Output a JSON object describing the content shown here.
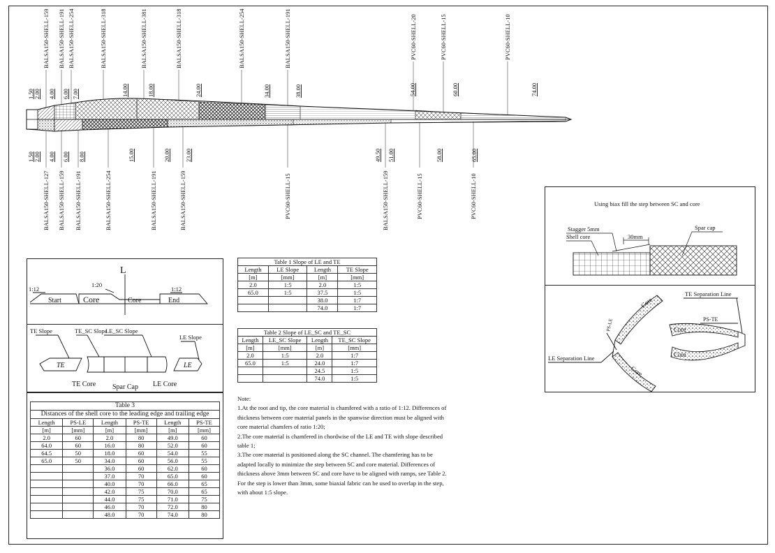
{
  "top_labels": {
    "materials": [
      "BALSA150-SHELL-159",
      "BALSA150-SHELL-191",
      "BALSA150-SHELL-254",
      "BALSA150-SHELL-318",
      "BALSA150-SHELL-381",
      "BALSA150-SHELL-318",
      "BALSA150-SHELL-254",
      "BALSA150-SHELL-191",
      "PVC60-SHELL-20",
      "PVC60-SHELL-15",
      "PVC60-SHELL-10"
    ],
    "dims": [
      "1.50",
      "2.00",
      "4.00",
      "6.00",
      "7.00",
      "14.00",
      "18.00",
      "24.00",
      "34.00",
      "38.00",
      "54.00",
      "60.00",
      "74.00"
    ]
  },
  "bottom_labels": {
    "materials": [
      "BALSA150-SHELL-127",
      "BALSA150-SHELL-159",
      "BALSA150-SHELL-191",
      "BALSA150-SHELL-254",
      "BALSA150-SHELL-191",
      "BALSA150-SHELL-159",
      "PVC60-SHELL-15",
      "BALSA150-SHELL-159",
      "PVC60-SHELL-15",
      "PVC60-SHELL-10"
    ],
    "dims": [
      "1.50",
      "2.00",
      "4.00",
      "6.00",
      "8.00",
      "15.00",
      "20.00",
      "23.00",
      "49.50",
      "51.00",
      "58.00",
      "65.00"
    ]
  },
  "chamfer_panel": {
    "l_label": "L",
    "ratio_left": "1:12",
    "ratio_mid": "1:20",
    "ratio_right": "1:12",
    "start": "Start",
    "core1": "Core",
    "core2": "Core",
    "end": "End"
  },
  "slope_panel": {
    "te_slope": "TE Slope",
    "te_sc_slope": "TE_SC Slope",
    "le_sc_slope": "LE_SC Slope",
    "le_slope": "LE Slope",
    "te": "TE",
    "le": "LE",
    "te_core": "TE Core",
    "spar_cap": "Spar Cap",
    "le_core": "LE Core"
  },
  "table1": {
    "caption": "Table 1  Slope of LE and TE",
    "headers": [
      "Length",
      "LE Slope",
      "Length",
      "TE Slope"
    ],
    "units": [
      "[m]",
      "[mm]",
      "[m]",
      "[mm]"
    ],
    "rows": [
      [
        "2.0",
        "1:5",
        "2.0",
        "1:5"
      ],
      [
        "65.0",
        "1:5",
        "37.5",
        "1:5"
      ],
      [
        "",
        "",
        "38.0",
        "1:7"
      ],
      [
        "",
        "",
        "74.0",
        "1:7"
      ]
    ]
  },
  "table2": {
    "caption": "Table 2  Slope of LE_SC and TE_SC",
    "headers": [
      "Length",
      "LE_SC Slope",
      "Length",
      "TE_SC Slope"
    ],
    "units": [
      "[m]",
      "[mm]",
      "[m]",
      "[mm]"
    ],
    "rows": [
      [
        "2.0",
        "1:5",
        "2.0",
        "1:7"
      ],
      [
        "65.0",
        "1:5",
        "24.0",
        "1:7"
      ],
      [
        "",
        "",
        "24.5",
        "1:5"
      ],
      [
        "",
        "",
        "74.0",
        "1:5"
      ]
    ]
  },
  "table3": {
    "caption_line1": "Table 3",
    "caption_line2": "Distances of the shell core to the leading edge and trailing edge",
    "headers": [
      "Length",
      "PS-LE",
      "Length",
      "PS-TE",
      "Length",
      "PS-TE"
    ],
    "units": [
      "[m]",
      "[mm]",
      "[m]",
      "[mm]",
      "[m]",
      "[mm]"
    ],
    "rows": [
      [
        "2.0",
        "60",
        "2.0",
        "80",
        "49.0",
        "60"
      ],
      [
        "64.0",
        "60",
        "16.0",
        "80",
        "52.0",
        "60"
      ],
      [
        "64.5",
        "50",
        "18.0",
        "60",
        "54.0",
        "55"
      ],
      [
        "65.0",
        "50",
        "34.0",
        "60",
        "56.0",
        "55"
      ],
      [
        "",
        "",
        "36.0",
        "60",
        "62.0",
        "60"
      ],
      [
        "",
        "",
        "37.0",
        "70",
        "65.0",
        "60"
      ],
      [
        "",
        "",
        "40.0",
        "70",
        "66.0",
        "65"
      ],
      [
        "",
        "",
        "42.0",
        "75",
        "70.0",
        "65"
      ],
      [
        "",
        "",
        "44.0",
        "75",
        "71.0",
        "75"
      ],
      [
        "",
        "",
        "46.0",
        "70",
        "72.0",
        "80"
      ],
      [
        "",
        "",
        "48.0",
        "70",
        "74.0",
        "80"
      ]
    ]
  },
  "notes": {
    "title": "Note:",
    "n1": "1.At the root and tip, the core material is chamfered with a ratio of 1:12. Differences of thickness between core material panels in the spanwise direction must be aligned with core material chamfers of ratio 1:20;",
    "n2": "2.The core material is chamfered in chordwise of the LE and TE with slope described table 1;",
    "n3": "3.The core material is positioned along the SC channel. The chamfering has to be adapted locally to minimize the step between SC and core material. Differences of thickness above 3mm between SC and core have to be aligned with ramps, see Table 2. For the step is lower than 3mm, some biaxial fabric can be used to overlap in the step, with about 1:5 slope."
  },
  "biax_panel": {
    "title": "Using biax fill the step between SC and core",
    "stagger": "Stagger 5mm",
    "shell_core": "Shell core",
    "dim": "30mm",
    "spar_cap": "Spar cap"
  },
  "section_panel": {
    "te_sep": "TE Separation Line",
    "le_sep": "LE Separation Line",
    "ps_le": "PS-LE",
    "ps_te": "PS-TE",
    "core": "Core"
  }
}
